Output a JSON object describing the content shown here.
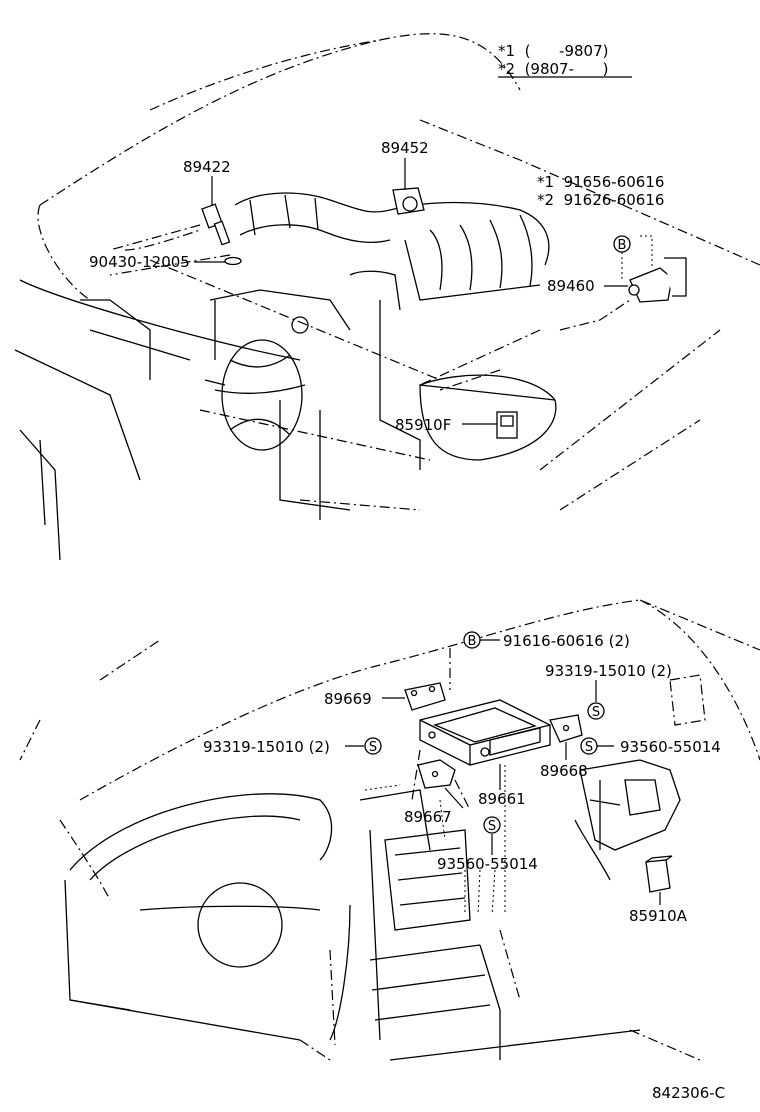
{
  "notes": {
    "line1": "*1  (      -9807)",
    "line2": "*2  (9807-      )"
  },
  "labels": {
    "p89422": "89422",
    "p89452": "89452",
    "p90430": "90430-12005",
    "p91656": "*1  91656-60616",
    "p91626": "*2  91626-60616",
    "p89460": "89460",
    "p85910F": "85910F",
    "p91616": "91616-60616 (2)",
    "p89669": "89669",
    "p93319a": "93319-15010 (2)",
    "p93319b": "93319-15010 (2)",
    "p93560a": "93560-55014",
    "p89668": "89668",
    "p89661": "89661",
    "p89667": "89667",
    "p93560b": "93560-55014",
    "p85910A": "85910A"
  },
  "symbols": {
    "bolt": "B",
    "screw": "S"
  },
  "footer": {
    "code": "842306-C"
  }
}
